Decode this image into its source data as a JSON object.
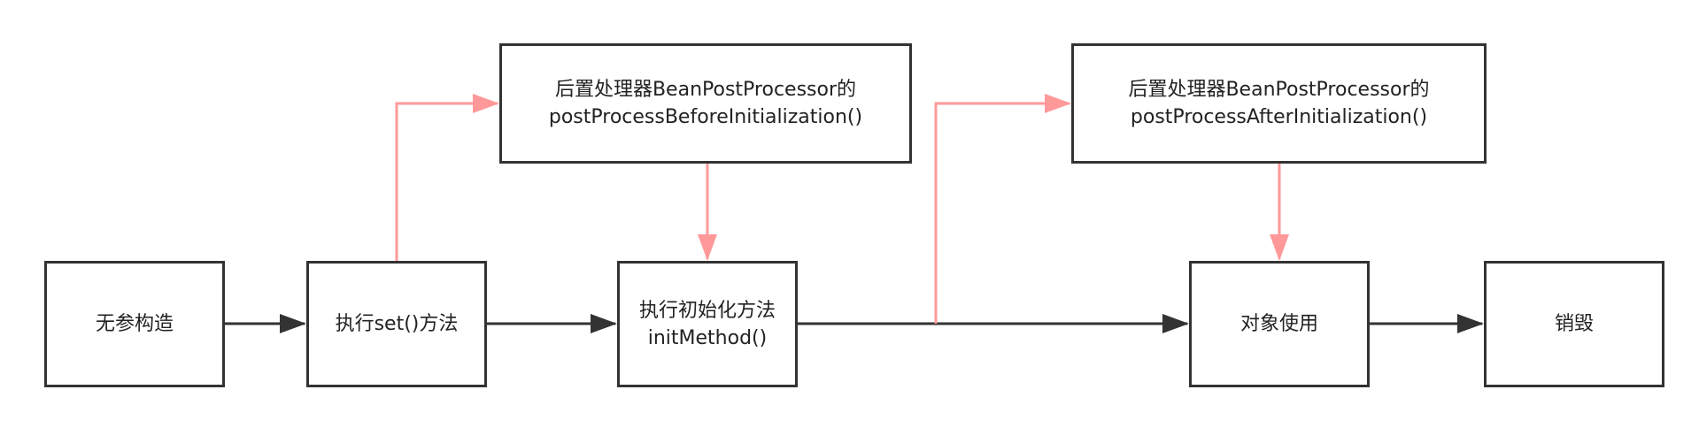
{
  "nodes": {
    "construct": "无参构造",
    "set_method": "执行set()方法",
    "init_method": "执行初始化方法\ninitMethod()",
    "use": "对象使用",
    "destroy": "销毁",
    "bpp_before": "后置处理器BeanPostProcessor的\npostProcessBeforeInitialization()",
    "bpp_after": "后置处理器BeanPostProcessor的\npostProcessAfterInitialization()"
  },
  "colors": {
    "main_flow": "#333333",
    "processor_flow": "#ff9999",
    "box_border": "#333333"
  }
}
